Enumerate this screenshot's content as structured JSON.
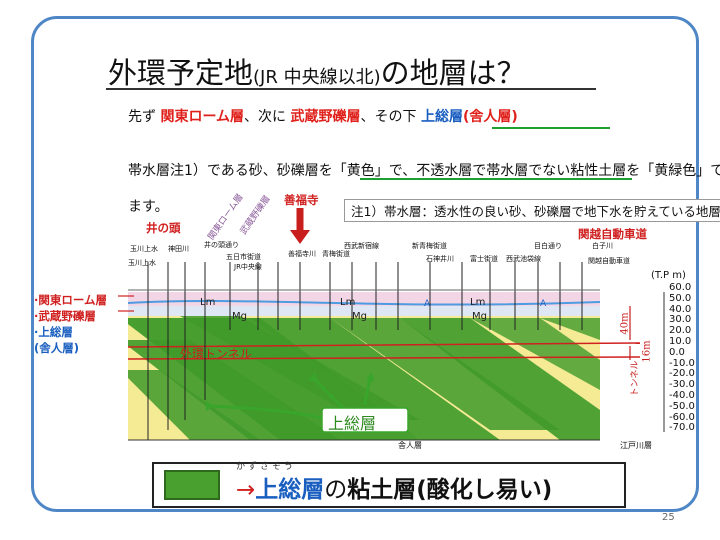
{
  "title": {
    "main_a": "外環予定地",
    "paren": "(JR 中央線以北)",
    "main_b": "の地層は？"
  },
  "intro": {
    "p1": "先ず",
    "kanto": "関東ローム層",
    "p2": "、次に",
    "musashino": "武蔵野礫層",
    "p3": "、その下",
    "kazusa": "上総層",
    "shirato": "(舎人層)"
  },
  "caption": {
    "line1": "帯水層注1）である砂、砂礫層を「黄色」で、不透水層で帯水層でない粘性土層を「黄緑色」で",
    "line2": "ます。"
  },
  "note": "注1）帯水層：透水性の良い砂、砂礫層で地下水を貯えている地層。",
  "side_labels": {
    "kanto": "·関東ローム層",
    "musashino": "·武蔵野礫層",
    "kazusa": "·上総層",
    "shirato": "(舎人層)"
  },
  "diagram": {
    "locations": [
      "井の頭",
      "善福寺",
      "関越自動車道"
    ],
    "roads": [
      "玉川上水",
      "玉川上水",
      "神田川",
      "井の頭通り",
      "五日市街道",
      "JR中央線",
      "善福寺川",
      "青梅街道",
      "西武新宿線",
      "新青梅街道",
      "石神井川",
      "富士街道",
      "西武池袋線",
      "目白通り",
      "白子川",
      "関越自動車道"
    ],
    "layer_labels": [
      "Lm",
      "Mg",
      "Lm",
      "Mg",
      "Lm",
      "Mg",
      "A",
      "A"
    ],
    "tunnel_label": "外環トンネル",
    "kazusa_label": "上総層",
    "shirato_label": "舎人層",
    "edogawa_label": "江戸川層",
    "hand_note": "関東ローム層",
    "hand_note2": "武蔵野礫層",
    "hand_depth": "40m",
    "hand_depth2": "16m",
    "hand_depth3": "トンネル"
  },
  "axis": {
    "unit": "(T.P m)",
    "ticks": [
      "60.0",
      "50.0",
      "40.0",
      "30.0",
      "20.0",
      "10.0",
      "0.0",
      "-10.0",
      "-20.0",
      "-30.0",
      "-40.0",
      "-50.0",
      "-60.0",
      "-70.0"
    ]
  },
  "legend": {
    "ruby": "かずさそう",
    "arrow": "→",
    "kazusa": "上総層",
    "no": "の",
    "clay": "粘土層",
    "paren": "(酸化し易い)"
  },
  "page_number": "25",
  "colors": {
    "frame": "#4f86c6",
    "red": "#e0201b",
    "blue": "#1a5fc0",
    "green": "#4aa02e",
    "yellow": "#f4eb94"
  }
}
